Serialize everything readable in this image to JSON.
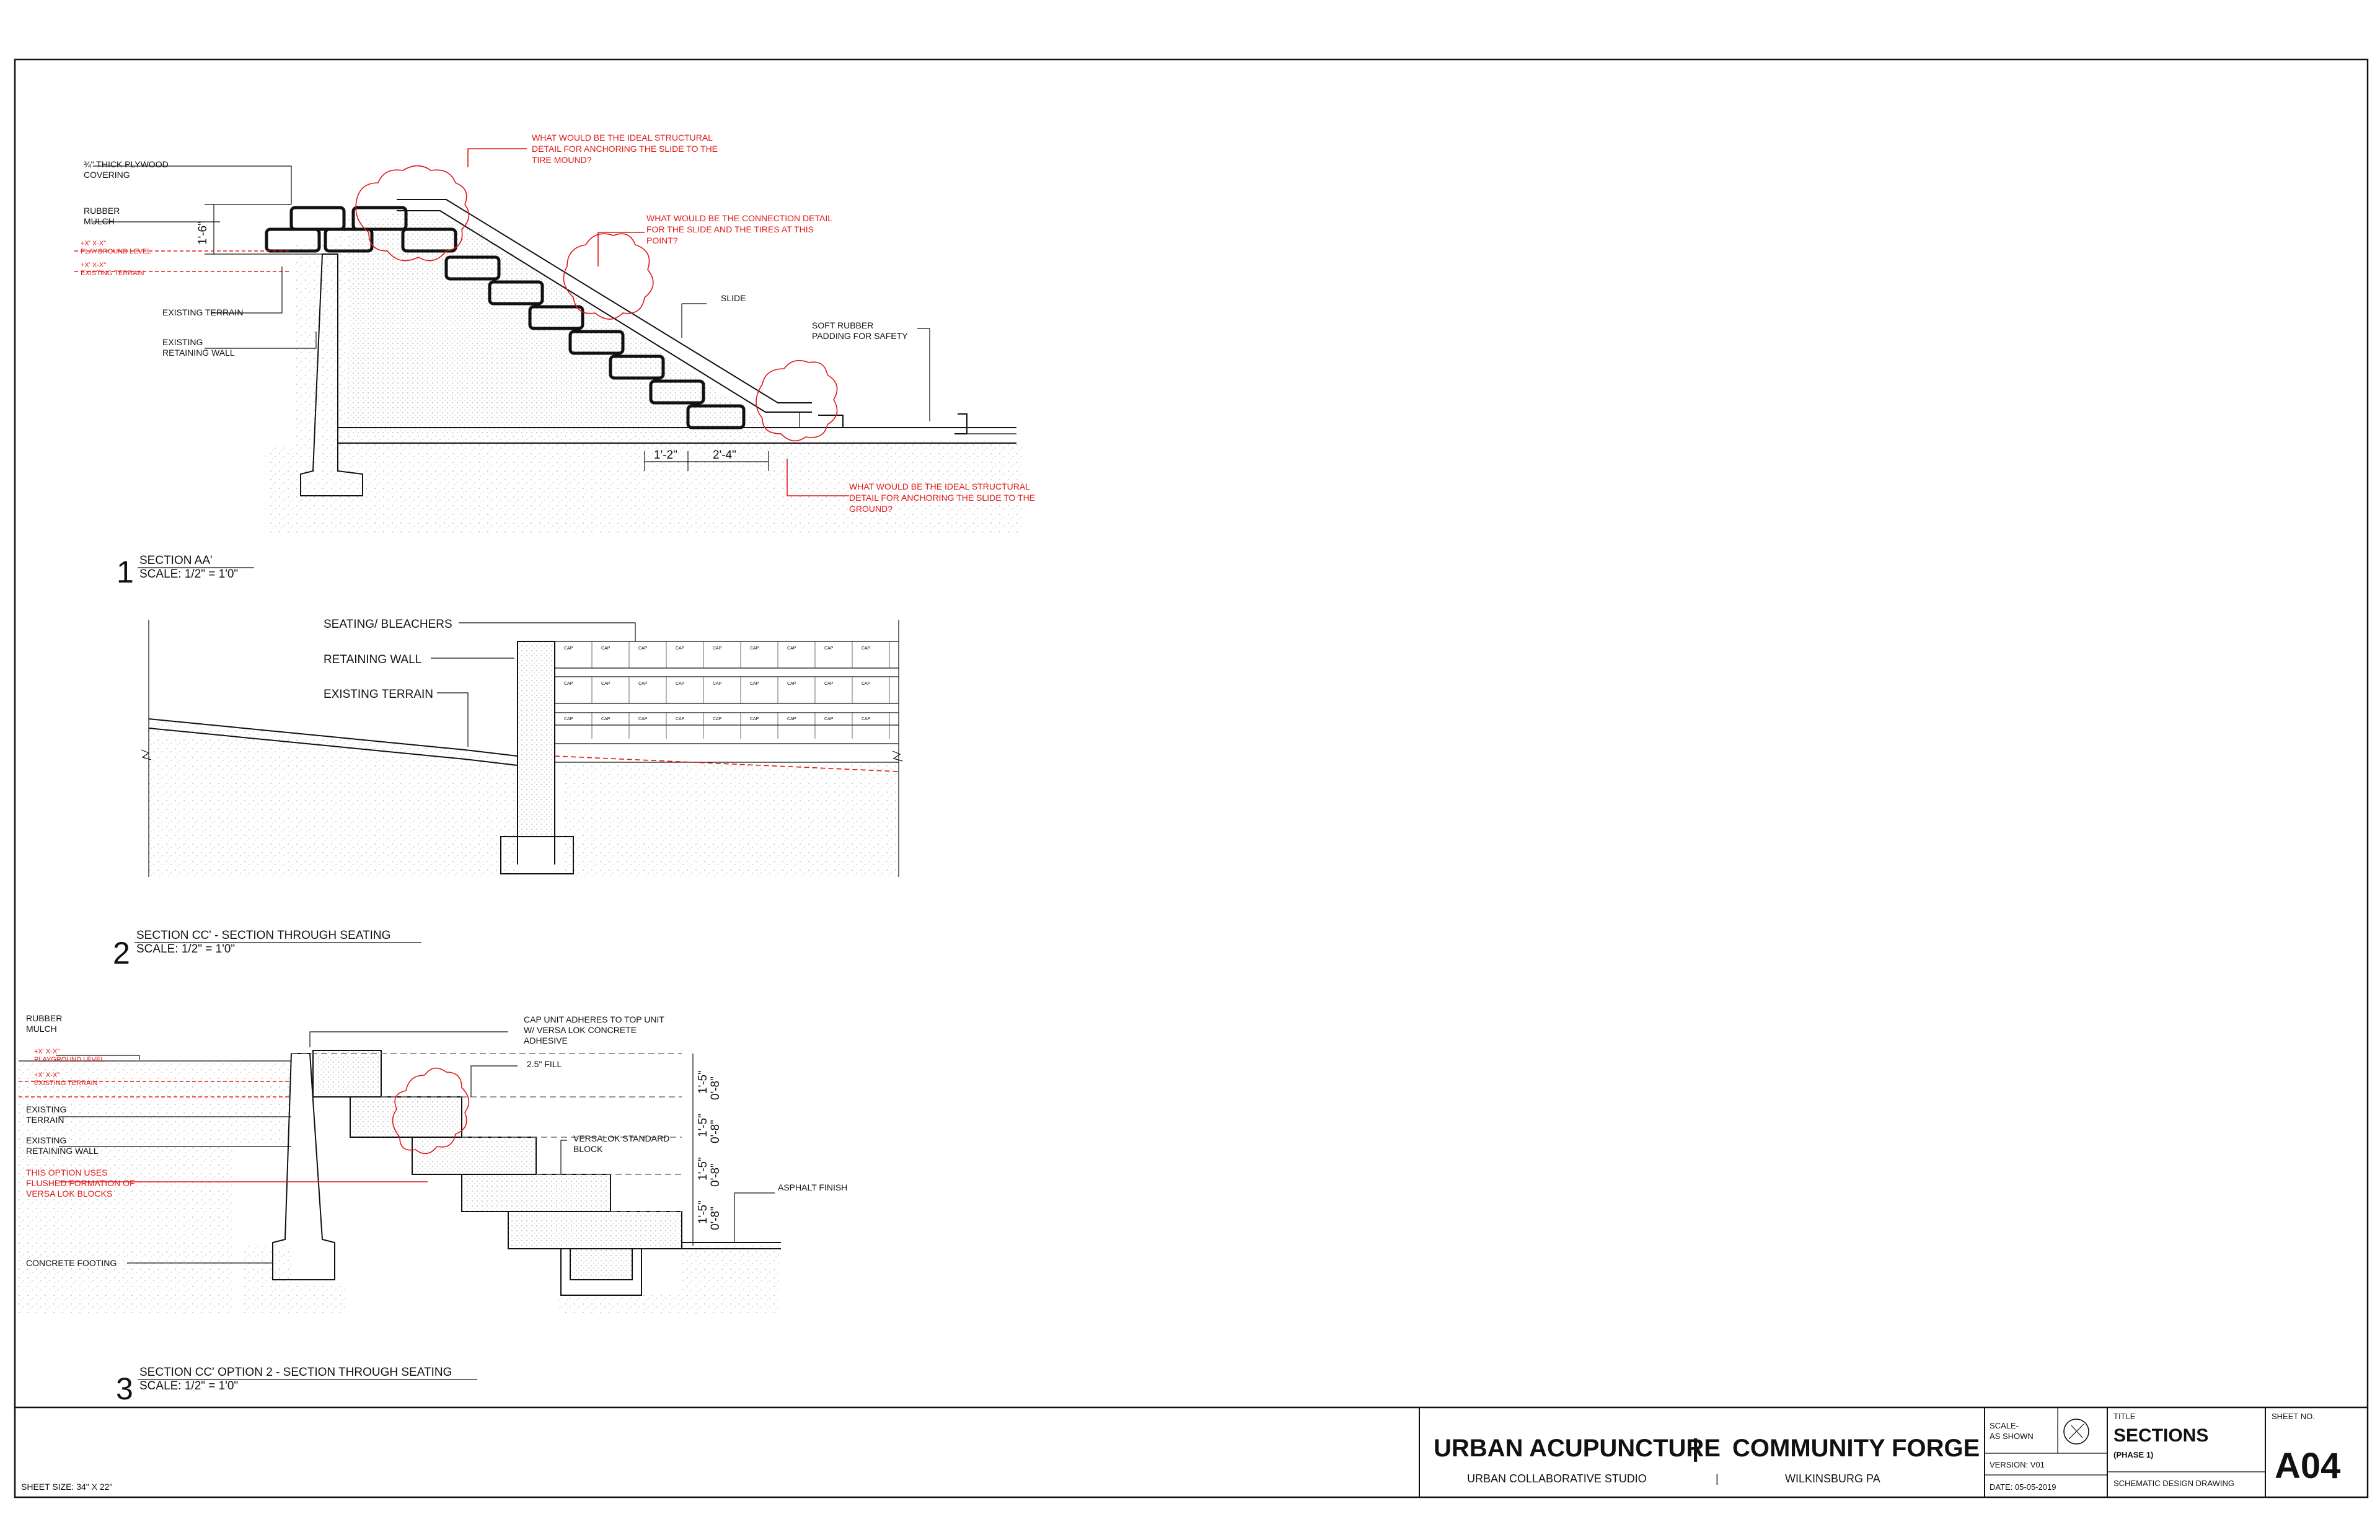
{
  "section1": {
    "number": "1",
    "title": "SECTION AA'",
    "scale": "SCALE: 1/2\" = 1'0\"",
    "labels": {
      "plywood": [
        "¾\" THICK PLYWOOD",
        "COVERING"
      ],
      "rubber_mulch": [
        "RUBBER",
        "MULCH"
      ],
      "playground_level_1": "+X' X-X\"",
      "playground_level_2": "PLAYGROUND LEVEL",
      "existing_level_1": "+X' X-X\"",
      "existing_level_2": "EXISTING TERRAIN",
      "existing_terrain": "EXISTING TERRAIN",
      "retaining_wall": [
        "EXISTING",
        "RETAINING WALL"
      ],
      "slide": "SLIDE",
      "soft_padding": [
        "SOFT RUBBER",
        "PADDING FOR SAFETY"
      ],
      "dim_height": "1'-6\"",
      "dim_a": "1'-2\"",
      "dim_b": "2'-4\""
    },
    "questions": {
      "q1": [
        "WHAT WOULD BE THE IDEAL STRUCTURAL",
        "DETAIL FOR ANCHORING THE SLIDE TO THE",
        "TIRE MOUND?"
      ],
      "q2": [
        "WHAT WOULD BE THE CONNECTION DETAIL",
        "FOR THE SLIDE AND THE TIRES AT THIS",
        "POINT?"
      ],
      "q3": [
        "WHAT WOULD BE THE IDEAL STRUCTURAL",
        "DETAIL FOR ANCHORING THE SLIDE TO THE",
        "GROUND?"
      ]
    }
  },
  "section2": {
    "number": "2",
    "title": "SECTION CC' - SECTION THROUGH SEATING",
    "scale": "SCALE: 1/2\" = 1'0\"",
    "labels": {
      "seating": "SEATING/ BLEACHERS",
      "retaining_wall": "RETAINING WALL",
      "existing_terrain": "EXISTING TERRAIN",
      "cap": "CAP"
    }
  },
  "section3": {
    "number": "3",
    "title": "SECTION CC' OPTION 2 - SECTION THROUGH SEATING",
    "scale": "SCALE: 1/2\" = 1'0\"",
    "labels": {
      "rubber_mulch": [
        "RUBBER",
        "MULCH"
      ],
      "playground_level_1": "+X' X-X\"",
      "playground_level_2": "PLAYGROUND LEVEL",
      "existing_level_1": "+X' X-X\"",
      "existing_level_2": "EXISTING TERRAIN",
      "existing_terrain": [
        "EXISTING",
        "TERRAIN"
      ],
      "retaining_wall": [
        "EXISTING",
        "RETAINING WALL"
      ],
      "flushed_note": [
        "THIS OPTION USES",
        "FLUSHED FORMATION OF",
        "VERSA LOK BLOCKS"
      ],
      "concrete_footing": "CONCRETE FOOTING",
      "cap_unit": [
        "CAP UNIT ADHERES TO TOP UNIT",
        "W/ VERSA LOK CONCRETE",
        "ADHESIVE"
      ],
      "fill": "2.5\" FILL",
      "versalok": [
        "VERSALOK STANDARD",
        "BLOCK"
      ],
      "asphalt": "ASPHALT FINISH",
      "step_dims": [
        "1'-5\"",
        "1'-5\"",
        "1'-5\"",
        "1'-5\""
      ],
      "step_dims_small": [
        "0'-8\"",
        "0'-8\"",
        "0'-8\"",
        "0'-8\""
      ]
    }
  },
  "title_block": {
    "sheet_size": "SHEET SIZE: 34\" X 22\"",
    "project": "URBAN ACUPUNCTURE",
    "separator": "|",
    "client": "COMMUNITY FORGE",
    "studio": "URBAN COLLABORATIVE STUDIO",
    "sub_separator": "|",
    "location": "WILKINSBURG PA",
    "scale_label": "SCALE-",
    "scale_value": "AS SHOWN",
    "version": "VERSION:  V01",
    "date": "DATE: 05-05-2019",
    "title_label": "TITLE",
    "title": "SECTIONS",
    "phase": "(PHASE 1)",
    "stage": "SCHEMATIC DESIGN DRAWING",
    "sheet_no_label": "SHEET NO.",
    "sheet_no": "A04"
  }
}
